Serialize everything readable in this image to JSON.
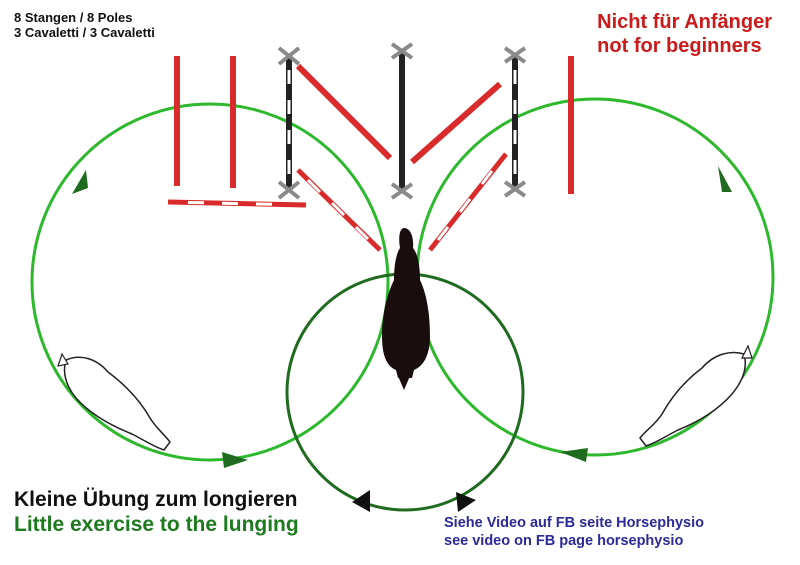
{
  "header": {
    "counts_line1": "8 Stangen / 8 Poles",
    "counts_line2": "3 Cavaletti / 3 Cavaletti"
  },
  "warning": {
    "line1": "Nicht für Anfänger",
    "line2": "not for beginners"
  },
  "title": {
    "german": "Kleine Übung zum longieren",
    "english": "Little exercise to the lunging"
  },
  "video_note": {
    "line1": "Siehe Video auf  FB seite Horsephysio",
    "line2": "see video on FB page horsephysio"
  },
  "colors": {
    "pole_red": "#d92b2b",
    "cavaletti_black": "#222222",
    "cavaletti_stand": "#8a8a8a",
    "circle_light_green": "#2db82d",
    "circle_dark_green": "#1f6b1f",
    "horse_dark": "#1a0d0d"
  },
  "icons": {
    "poles": "pole-icon",
    "cavaletti": "cavaletti-icon",
    "horse": "horse-icon",
    "direction": "arrow-icon"
  }
}
